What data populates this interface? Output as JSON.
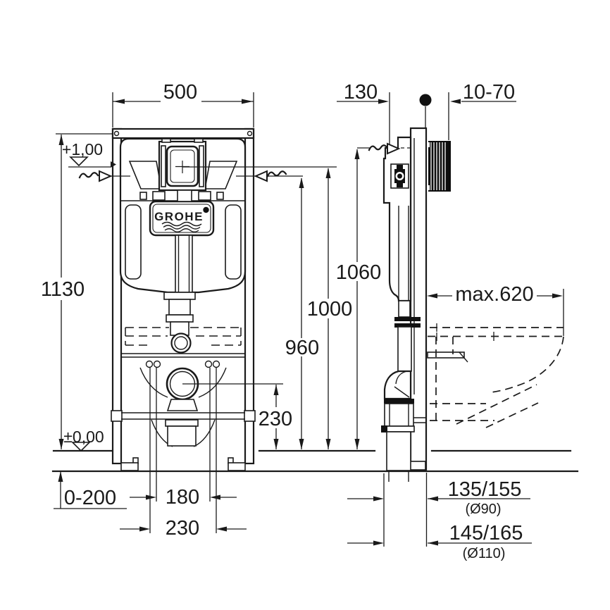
{
  "drawing_type": "installation-dimension-drawing",
  "brand": "GROHE",
  "labels": {
    "frame_width": "500",
    "frame_depth": "130",
    "wall_clearance": "10-70",
    "frame_height": "1130",
    "level_plus": "+1,00",
    "level_zero": "±0,00",
    "floor_buildup": "0-200",
    "rod_spacing": "180",
    "fixing_spacing": "230",
    "outlet_height": "230",
    "inlet_height": "960",
    "plate_height": "1000",
    "supply_height": "1060",
    "bowl_depth": "max.620",
    "outlet_90": "135/155",
    "outlet_90_dia": "(Ø90)",
    "outlet_110": "145/165",
    "outlet_110_dia": "(Ø110)"
  }
}
